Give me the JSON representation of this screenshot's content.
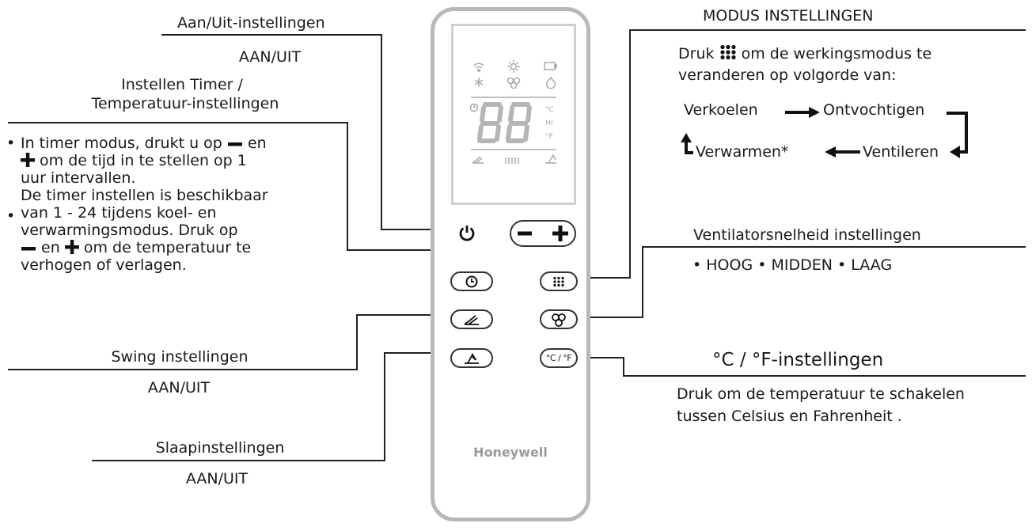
{
  "remote": {
    "brand": "Honeywell"
  },
  "buttons": {
    "celsius_fahrenheit_label": "°C / °F"
  },
  "power": {
    "title": "Aan/Uit-instellingen",
    "subtitle": "AAN/UIT"
  },
  "timer": {
    "title_line1": "Instellen Timer /",
    "title_line2": "Temperatuur-instellingen",
    "b1_line1_a": "In timer modus, drukt u op",
    "b1_line1_b": "en",
    "b1_line2": "om de tijd in te stellen op 1",
    "b1_line3": "uur intervallen.",
    "b2_line1": "De timer instellen is beschikbaar",
    "b2_line2": "van 1 - 24 tijdens koel- en",
    "b2_line3": "verwarmingsmodus. Druk op",
    "b2_line4_a": "en",
    "b2_line4_b": "om de temperatuur te",
    "b2_line5": "verhogen of verlagen."
  },
  "swing": {
    "title": "Swing instellingen",
    "subtitle": "AAN/UIT"
  },
  "sleep": {
    "title": "Slaapinstellingen",
    "subtitle": "AAN/UIT"
  },
  "mode": {
    "title": "MODUS INSTELLINGEN",
    "desc_line1_a": "Druk",
    "desc_line1_b": "om de werkingsmodus te",
    "desc_line2": "veranderen op volgorde van:",
    "cycle": {
      "cool": "Verkoelen",
      "dry": "Ontvochtigen",
      "fan": "Ventileren",
      "heat": "Verwarmen*"
    }
  },
  "fan": {
    "title": "Ventilatorsnelheid instellingen",
    "speeds": [
      "HOOG",
      "MIDDEN",
      "LAAG"
    ]
  },
  "temp_unit": {
    "title": "°C / °F-instellingen",
    "desc_line1": "Druk om de temperatuur te schakelen",
    "desc_line2": "tussen Celsius en Fahrenheit ."
  }
}
